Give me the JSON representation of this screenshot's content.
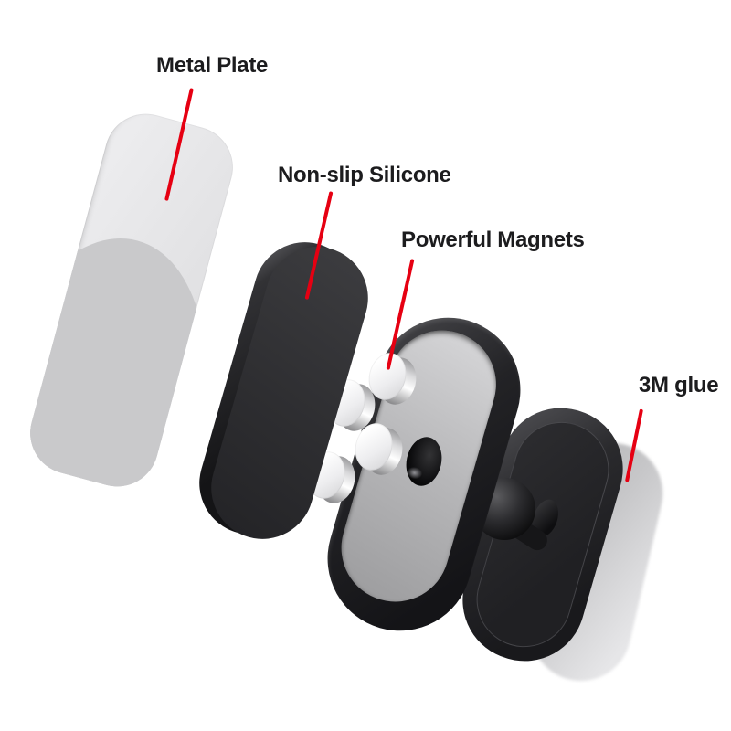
{
  "background": "#ffffff",
  "annotations": [
    {
      "id": "metal-plate",
      "label": "Metal Plate"
    },
    {
      "id": "silicone-pad",
      "label": "Non-slip Silicone"
    },
    {
      "id": "magnets",
      "label": "Powerful Magnets"
    },
    {
      "id": "glue-pad",
      "label": "3M glue"
    }
  ],
  "parts": [
    {
      "name": "metal-plate"
    },
    {
      "name": "silicone-pad"
    },
    {
      "name": "magnets",
      "count": 4
    },
    {
      "name": "mount-body"
    },
    {
      "name": "ball-joint"
    },
    {
      "name": "back-plate"
    },
    {
      "name": "glue-pad"
    }
  ],
  "colors": {
    "leader_line": "#e60012",
    "label_text": "#1c1c1e",
    "product_black": "#2b2b2e",
    "metal_gray": "#e2e2e4",
    "magnet_silver": "#f4f4f6",
    "background": "#ffffff"
  }
}
